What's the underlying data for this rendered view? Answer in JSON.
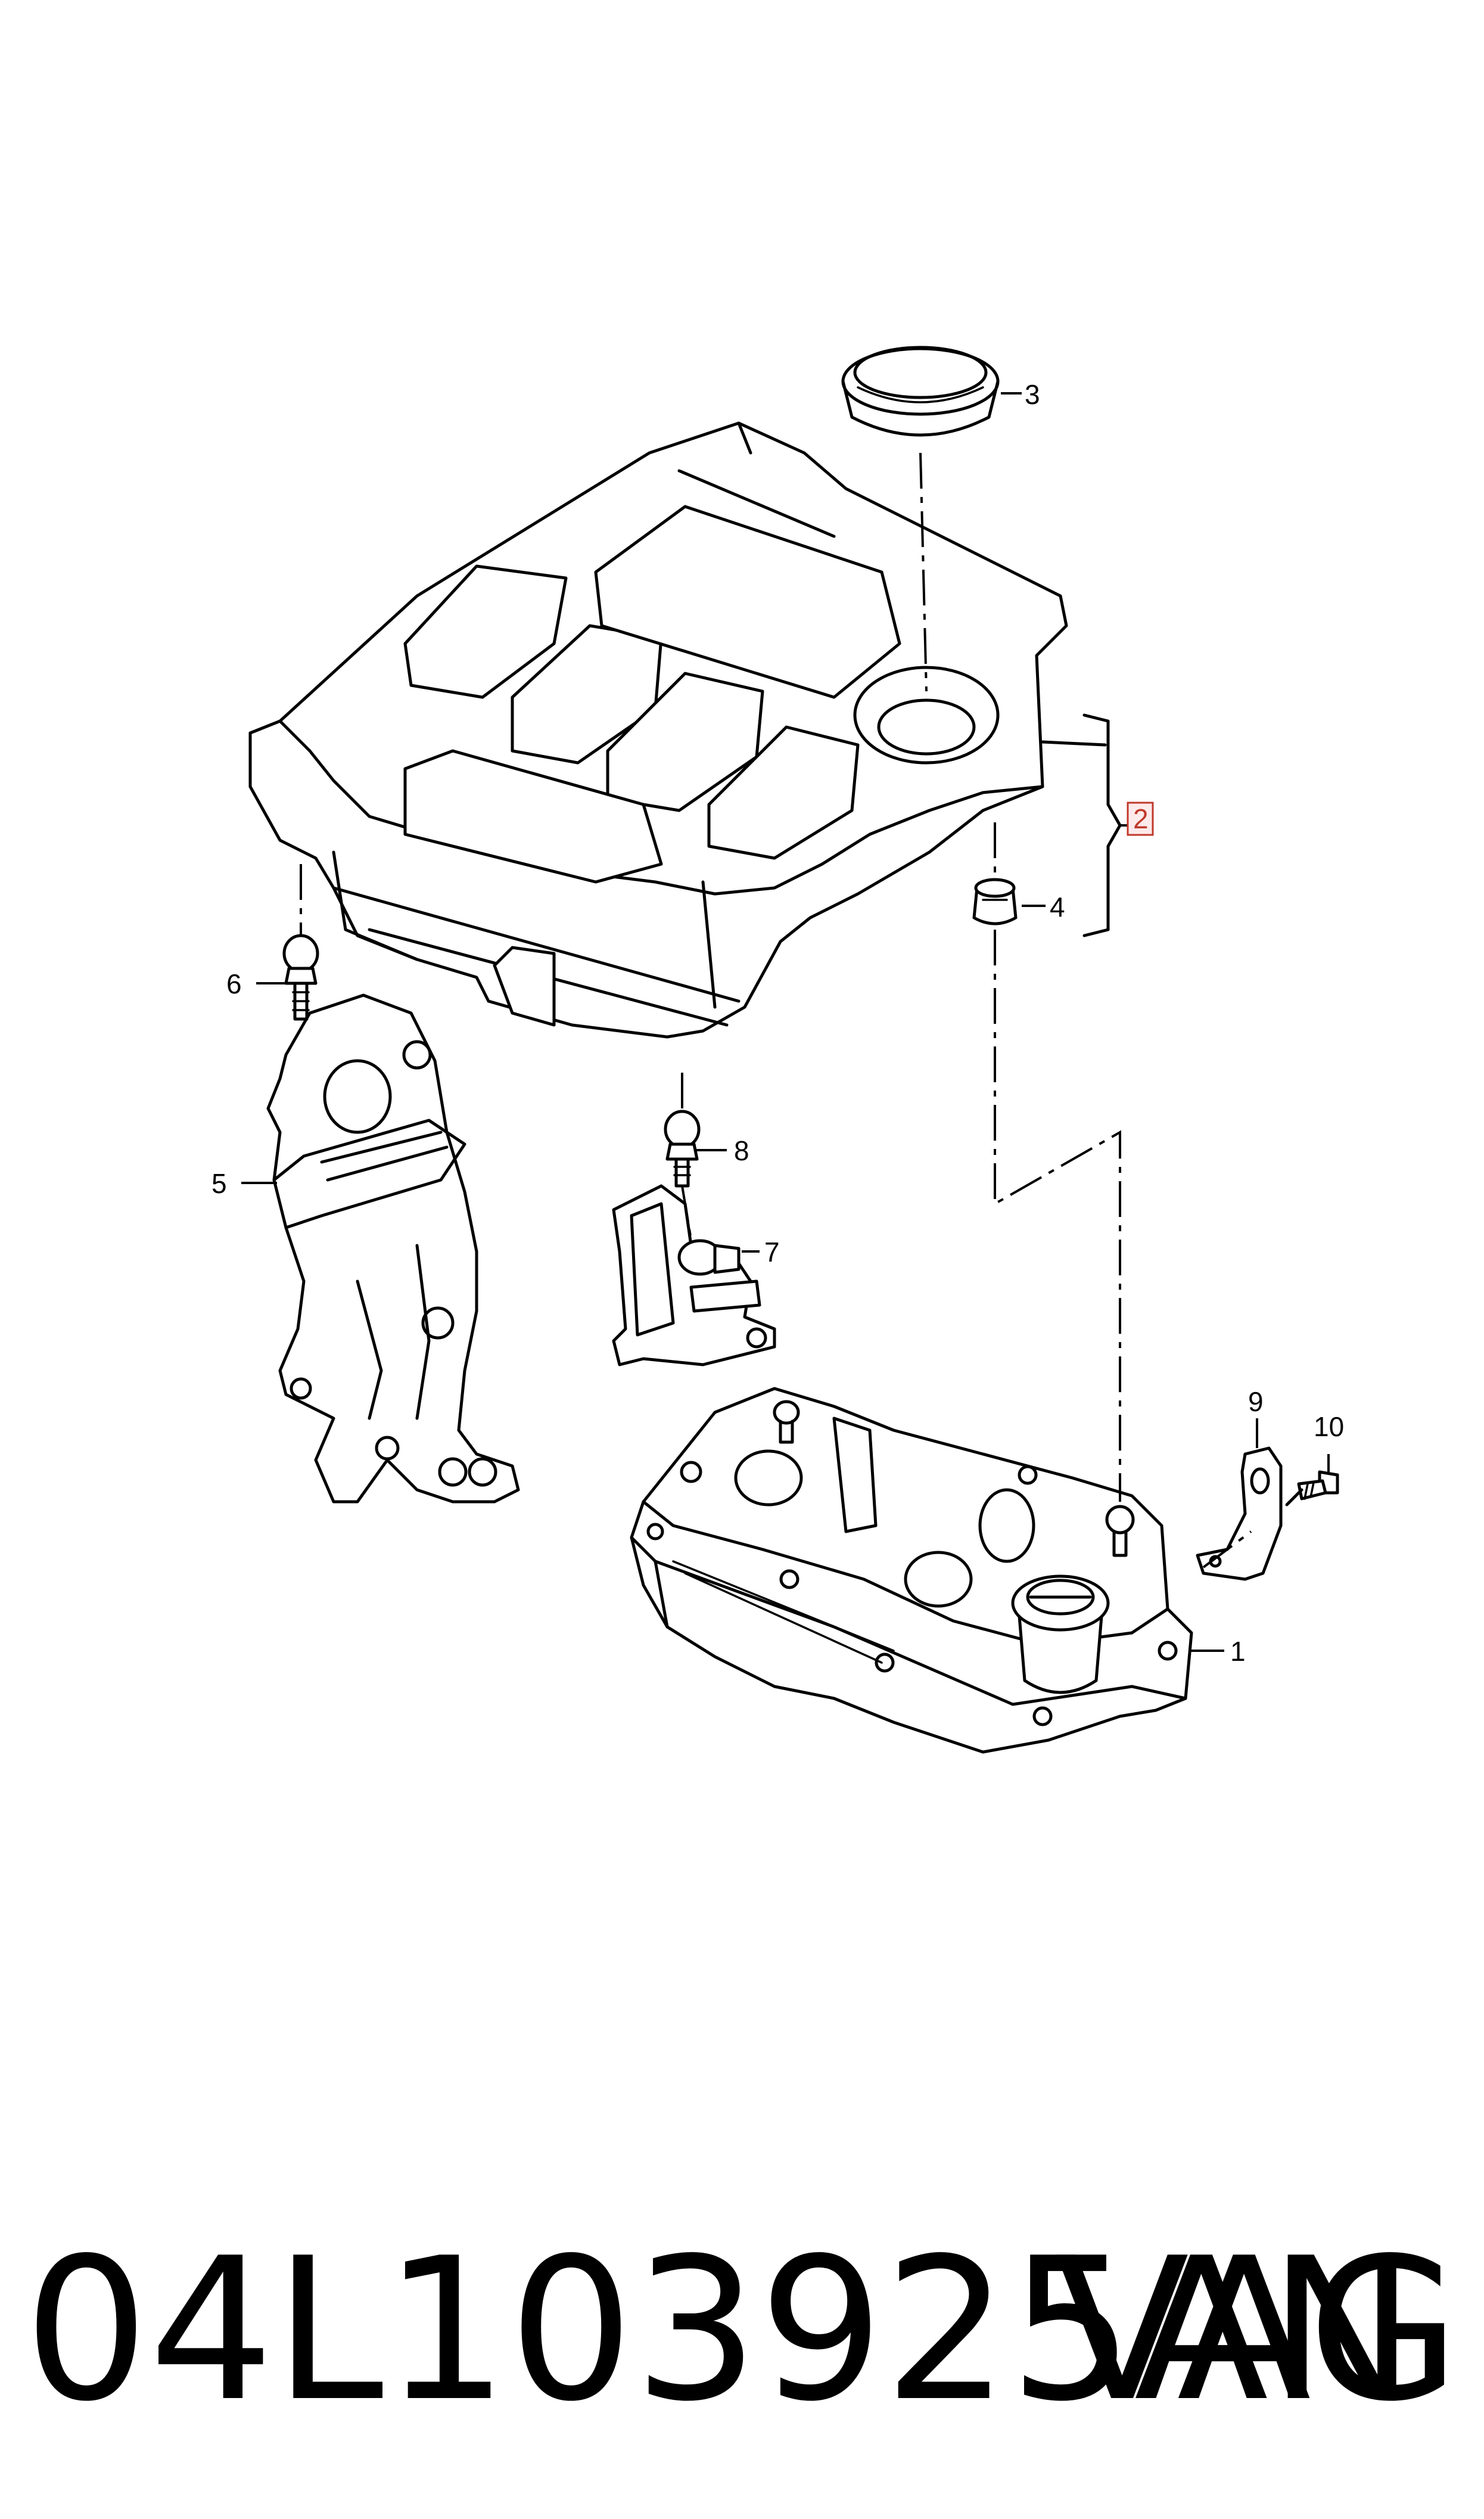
{
  "diagram": {
    "callouts": [
      {
        "id": "1",
        "label": "1"
      },
      {
        "id": "2",
        "label": "2",
        "highlighted": true
      },
      {
        "id": "3",
        "label": "3"
      },
      {
        "id": "4",
        "label": "4"
      },
      {
        "id": "5",
        "label": "5"
      },
      {
        "id": "6",
        "label": "6"
      },
      {
        "id": "7",
        "label": "7"
      },
      {
        "id": "8",
        "label": "8"
      },
      {
        "id": "9",
        "label": "9"
      },
      {
        "id": "10",
        "label": "10"
      }
    ],
    "highlight_color": "#c0392b"
  },
  "footer": {
    "part_number": "04L103925AN",
    "brand": "VAG"
  }
}
